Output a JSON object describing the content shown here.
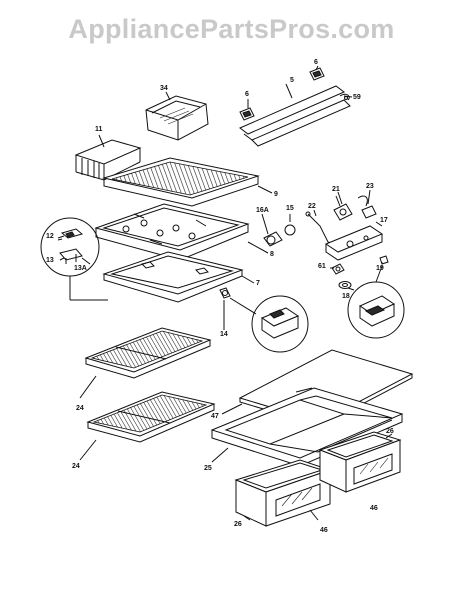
{
  "watermark": "AppliancePartsPros.com",
  "callouts": {
    "c34": "34",
    "c6a": "6",
    "c6b": "6",
    "c5": "5",
    "c59": "59",
    "c11": "11",
    "c9": "9",
    "c21": "21",
    "c23": "23",
    "c16a": "16A",
    "c15": "15",
    "c22": "22",
    "c17": "17",
    "c12": "12",
    "c13": "13",
    "c13a": "13A",
    "c8": "8",
    "c61": "61",
    "c19": "19",
    "c7": "7",
    "c18": "18",
    "c14": "14",
    "c24a": "24",
    "c24b": "24",
    "c47": "47",
    "c26a": "26",
    "c25": "25",
    "c46a": "46",
    "c26b": "26",
    "c46b": "46"
  }
}
